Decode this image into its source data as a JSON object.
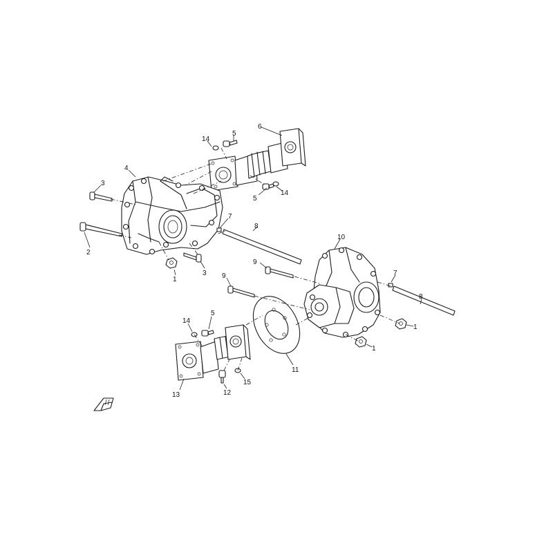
{
  "callouts": {
    "c1a": "1",
    "c1b": "1",
    "c1c": "1",
    "c2": "2",
    "c3a": "3",
    "c3b": "3",
    "c4": "4",
    "c5a": "5",
    "c5b": "5",
    "c5c": "5",
    "c6": "6",
    "c7a": "7",
    "c7b": "7",
    "c8a": "8",
    "c8b": "8",
    "c9a": "9",
    "c9b": "9",
    "c10": "10",
    "c11": "11",
    "c12": "12",
    "c13": "13",
    "c14a": "14",
    "c14b": "14",
    "c14c": "14",
    "c15": "15"
  },
  "colors": {
    "line": "#1a1a1a",
    "background": "#ffffff"
  }
}
